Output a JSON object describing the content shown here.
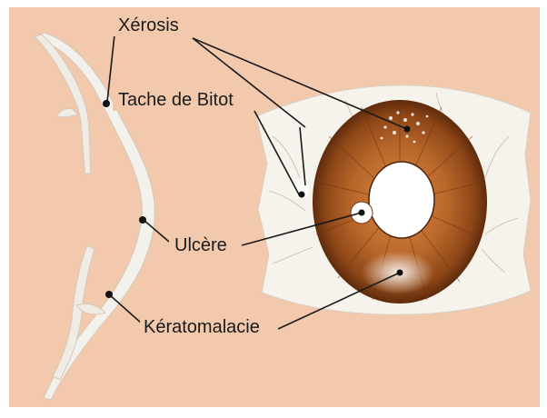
{
  "labels": {
    "xerosis": "Xérosis",
    "bitot": "Tache de Bitot",
    "ulcere": "Ulcère",
    "keratomalacie": "Kératomalacie"
  },
  "colors": {
    "background": "#f2c9ad",
    "iris": "#a85a22",
    "iris_dark": "#7a3a12",
    "sclera": "#f6f3ec",
    "cornea_section": "#f3f1ec",
    "text": "#1a1a1a"
  }
}
